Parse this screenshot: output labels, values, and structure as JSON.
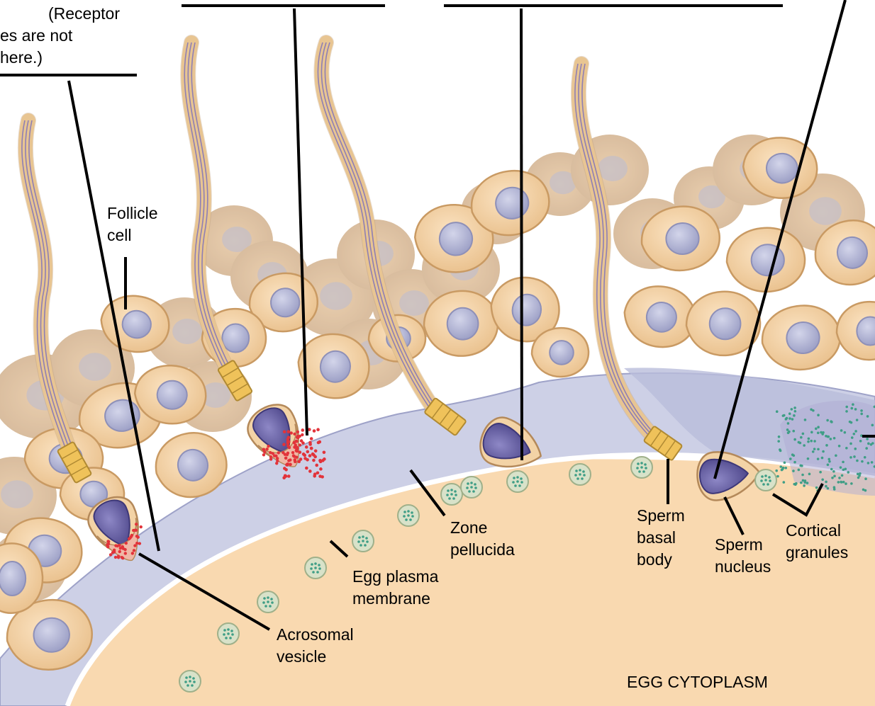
{
  "labels": {
    "receptor_note": [
      "(Receptor",
      "es are not",
      "here.)"
    ],
    "follicle_cell": [
      "Follicle",
      "cell"
    ],
    "zone_pellucida": [
      "Zone",
      "pellucida"
    ],
    "egg_plasma_membrane": [
      "Egg plasma",
      "membrane"
    ],
    "acrosomal_vesicle": [
      "Acrosomal",
      "vesicle"
    ],
    "sperm_basal_body": [
      "Sperm",
      "basal",
      "body"
    ],
    "sperm_nucleus": [
      "Sperm",
      "nucleus"
    ],
    "cortical_granules": [
      "Cortical",
      "granules"
    ],
    "egg_cytoplasm": "EGG CYTOPLASM"
  },
  "colors": {
    "egg_cytoplasm": "#f9d9b0",
    "follicle_cell": "#f3cf9f",
    "follicle_outline": "#c99a63",
    "follicle_nucleus": "#b6b8d6",
    "zone_pellucida": "#cdd0e6",
    "sperm_nucleus": "#6b64a8",
    "acrosome_dots": "#e2333a",
    "granule_dots": "#3f9e86",
    "leader_line": "#000000"
  }
}
